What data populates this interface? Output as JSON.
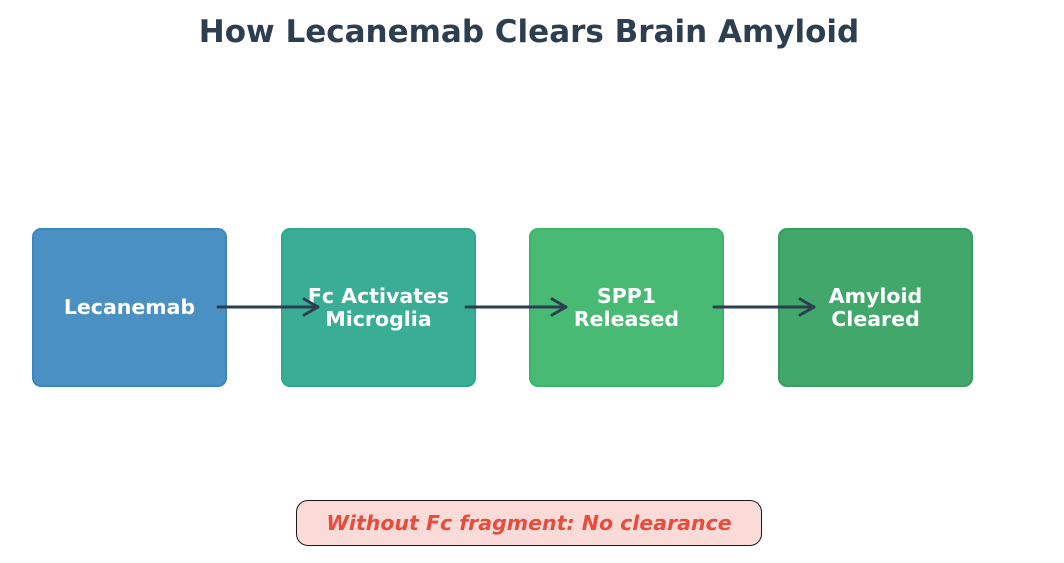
{
  "title": "How Lecanemab Clears Brain Amyloid",
  "steps": [
    {
      "label": "Lecanemab",
      "fill": "#4a90c2",
      "border": "#3a87c0"
    },
    {
      "label": "Fc Activates\nMicroglia",
      "fill": "#3aae94",
      "border": "#2ea88a"
    },
    {
      "label": "SPP1\nReleased",
      "fill": "#48ba74",
      "border": "#3bb56a"
    },
    {
      "label": "Amyloid\nCleared",
      "fill": "#42a76a",
      "border": "#389e5f"
    }
  ],
  "arrow_color": "#2c3e50",
  "note": "Without Fc fragment: No clearance"
}
